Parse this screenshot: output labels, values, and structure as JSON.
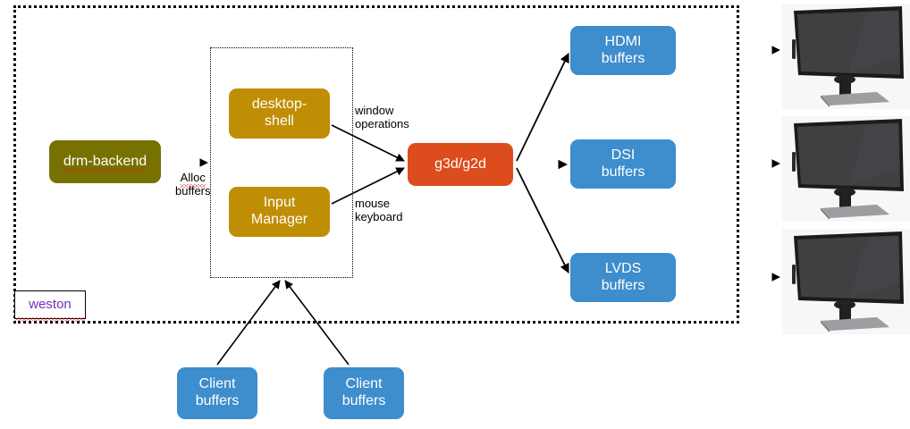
{
  "diagram": {
    "title": "Weston compositor buffer flow diagram",
    "regions": [
      {
        "name": "weston",
        "label": "weston",
        "style": "dotted-outer"
      },
      {
        "name": "shell-region",
        "label": "",
        "style": "dotted-inner"
      }
    ],
    "nodes": [
      {
        "id": "drm-backend",
        "lines": [
          "drm-backend"
        ],
        "color": "#767100"
      },
      {
        "id": "desktop-shell",
        "lines": [
          "desktop-",
          "shell"
        ],
        "color": "#BF8E05"
      },
      {
        "id": "input-manager",
        "lines": [
          "Input",
          "Manager"
        ],
        "color": "#BF8E05"
      },
      {
        "id": "g3d-g2d",
        "lines": [
          "g3d/g2d"
        ],
        "color": "#DD4C1C"
      },
      {
        "id": "hdmi-buffers",
        "lines": [
          "HDMI",
          "buffers"
        ],
        "color": "#3E8DCC"
      },
      {
        "id": "dsi-buffers",
        "lines": [
          "DSI",
          "buffers"
        ],
        "color": "#3E8DCC"
      },
      {
        "id": "lvds-buffers",
        "lines": [
          "LVDS",
          "buffers"
        ],
        "color": "#3E8DCC"
      },
      {
        "id": "client-buffers-1",
        "lines": [
          "Client",
          "buffers"
        ],
        "color": "#3E8DCC"
      },
      {
        "id": "client-buffers-2",
        "lines": [
          "Client",
          "buffers"
        ],
        "color": "#3E8DCC"
      }
    ],
    "edge_labels": [
      {
        "id": "alloc-buffers",
        "lines": [
          "Alloc",
          "buffers"
        ]
      },
      {
        "id": "window-operations",
        "lines": [
          "window",
          "operations"
        ]
      },
      {
        "id": "mouse-keyboard",
        "lines": [
          "mouse",
          "keyboard"
        ]
      }
    ],
    "outputs": [
      {
        "id": "monitor-hdmi",
        "icon": "monitor-icon"
      },
      {
        "id": "monitor-dsi",
        "icon": "monitor-icon"
      },
      {
        "id": "monitor-lvds",
        "icon": "monitor-icon"
      }
    ],
    "colors": {
      "olive": "#767100",
      "gold": "#BF8E05",
      "orange": "#DD4C1C",
      "blue": "#3E8DCC",
      "weston_label": "#7030C0",
      "spellcheck_underline": "#E02020",
      "edge": "#000000"
    }
  },
  "labels": {
    "weston": "weston",
    "drm_backend": "drm-backend",
    "desktop_shell_line1": "desktop-",
    "desktop_shell_line2": "shell",
    "input_manager_line1": "Input",
    "input_manager_line2": "Manager",
    "g3d_g2d": "g3d/g2d",
    "hdmi_line1": "HDMI",
    "hdmi_line2": "buffers",
    "dsi_line1": "DSI",
    "dsi_line2": "buffers",
    "lvds_line1": "LVDS",
    "lvds_line2": "buffers",
    "client1_line1": "Client",
    "client1_line2": "buffers",
    "client2_line1": "Client",
    "client2_line2": "buffers",
    "alloc_line1": "Alloc",
    "alloc_line2": "buffers",
    "window_line1": "window",
    "window_line2": "operations",
    "mouse_line1": "mouse",
    "mouse_line2": "keyboard"
  }
}
